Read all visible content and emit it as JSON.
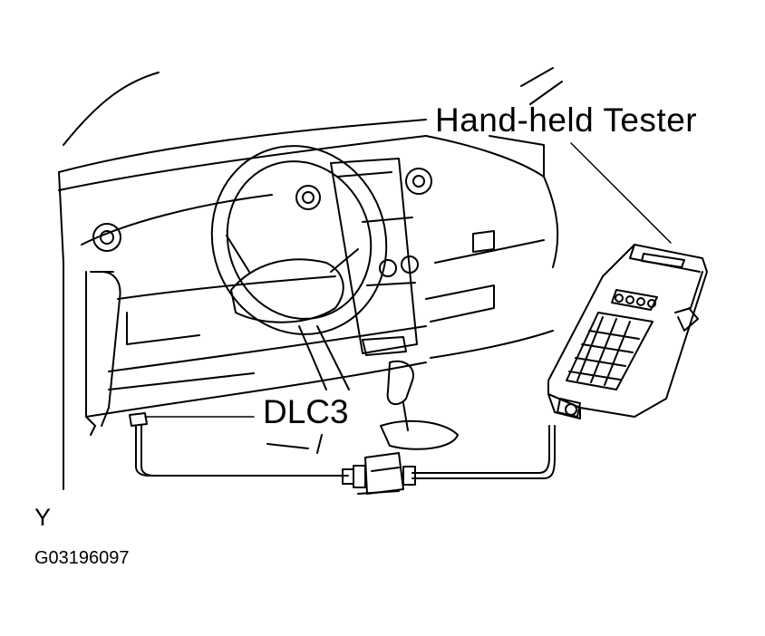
{
  "labels": {
    "hand_held_tester": "Hand-held  Tester",
    "dlc3": "DLC3",
    "view_letter": "Y",
    "figure_code": "G03196097"
  },
  "colors": {
    "ink": "#000000",
    "paper": "#ffffff"
  }
}
